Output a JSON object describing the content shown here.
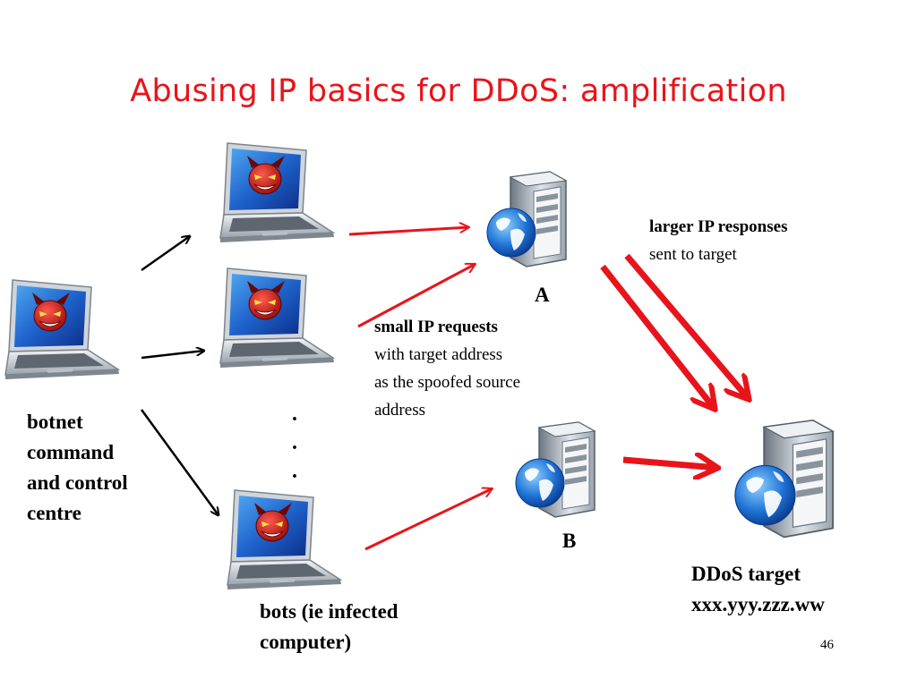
{
  "slide": {
    "title": "Abusing IP basics for DDoS: amplification",
    "page_number": "46"
  },
  "labels": {
    "server_a": "A",
    "server_b": "B",
    "responses_bold": "larger IP responses",
    "responses_normal": "sent to target",
    "requests_bold": "small IP requests",
    "requests_line2": "with target address",
    "requests_line3": "as the spoofed source",
    "requests_line4": "address",
    "botnet_line1": "botnet",
    "botnet_line2": "command",
    "botnet_line3": "and control",
    "botnet_line4": "centre",
    "bots_line1": "bots (ie infected",
    "bots_line2": "computer)",
    "target_line1": "DDoS target",
    "target_line2": "xxx.yyy.zzz.ww",
    "ellipsis": "."
  },
  "icons": {
    "laptop": "evil-laptop-icon",
    "server": "server-globe-icon"
  },
  "colors": {
    "title": "#e8141b",
    "attack_arrow": "#e8141b",
    "command_arrow": "#000000"
  }
}
